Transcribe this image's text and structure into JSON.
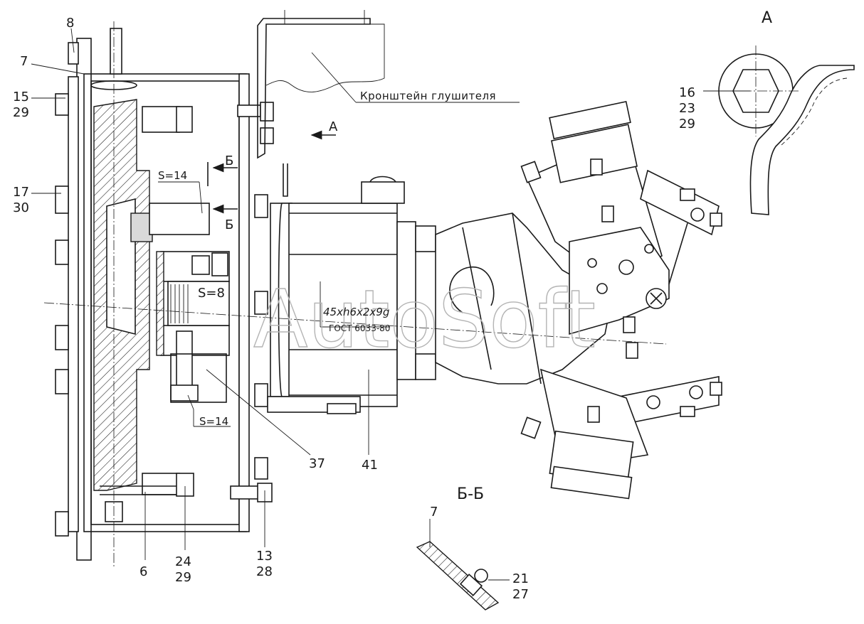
{
  "drawing": {
    "watermark": "AutoSoft",
    "labels": {
      "p7_top": "7",
      "p8": "8",
      "p15": "15",
      "p29_left": "29",
      "p17": "17",
      "p30": "30",
      "p6": "6",
      "p24": "24",
      "p29_bottom": "29",
      "p13": "13",
      "p28": "28",
      "p37": "37",
      "p41": "41",
      "p16": "16",
      "p23": "23",
      "p29_right": "29",
      "p7_bb": "7",
      "p21": "21",
      "p27": "27"
    },
    "notes": {
      "bracket": "Кронштейн глушителя",
      "s14_top": "S=14",
      "s8": "S=8",
      "s14_bottom": "S=14",
      "spline": "45xh6x2x9g",
      "gost": "ГОСТ 6033-80"
    },
    "views": {
      "a_arrow": "А",
      "a_view": "А",
      "b_top": "Б",
      "b_bottom": "Б",
      "bb_section": "Б-Б"
    }
  }
}
